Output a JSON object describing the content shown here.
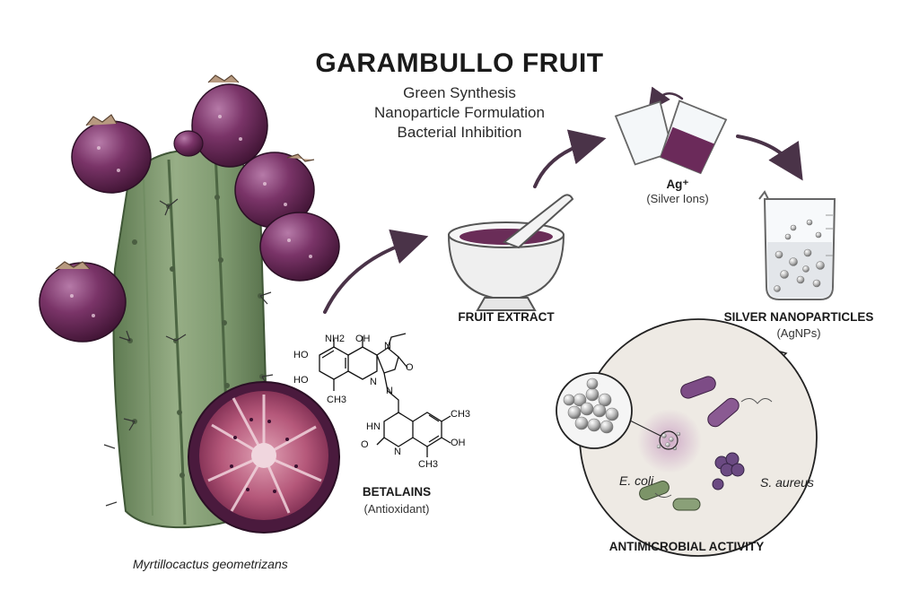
{
  "title": "GARAMBULLO FRUIT",
  "subtitles": [
    "Green Synthesis",
    "Nanoparticle Formulation",
    "Bacterial Inhibition"
  ],
  "plant": {
    "species_label": "Myrtillocactus geometrizans"
  },
  "betalains": {
    "label": "BETALAINS",
    "sublabel": "(Antioxidant)",
    "atoms": {
      "nh2": "NH2",
      "oh_top": "OH",
      "ho1": "HO",
      "ho2": "HO",
      "ch3_a": "CH3",
      "n1": "N",
      "n2": "N",
      "n3": "N",
      "o1": "O",
      "o2": "O",
      "hn": "HN",
      "ch3_b": "CH3",
      "oh_b": "OH",
      "ch3_c": "CH3",
      "nh": "N",
      "n4": "N"
    }
  },
  "steps": {
    "extract": "FRUIT EXTRACT",
    "silver_ions": "Ag⁺",
    "silver_ions_sub": "(Silver Ions)",
    "nanoparticles": "SILVER NANOPARTICLES",
    "nanoparticles_sub": "(AgNPs)"
  },
  "activity": {
    "label": "ANTIMICROBIAL ACTIVITY",
    "ecoli": "E. coli",
    "saureus": "S. aureus"
  },
  "icons": [
    "cactus-icon",
    "mortar-pestle-icon",
    "pouring-beakers-icon",
    "beaker-icon",
    "bacteria-icon",
    "nanoparticle-cluster-icon"
  ],
  "colors": {
    "fruit": "#5e2450",
    "cactus": "#8aa378",
    "arrow": "#4a3348",
    "bg": "#ffffff"
  }
}
